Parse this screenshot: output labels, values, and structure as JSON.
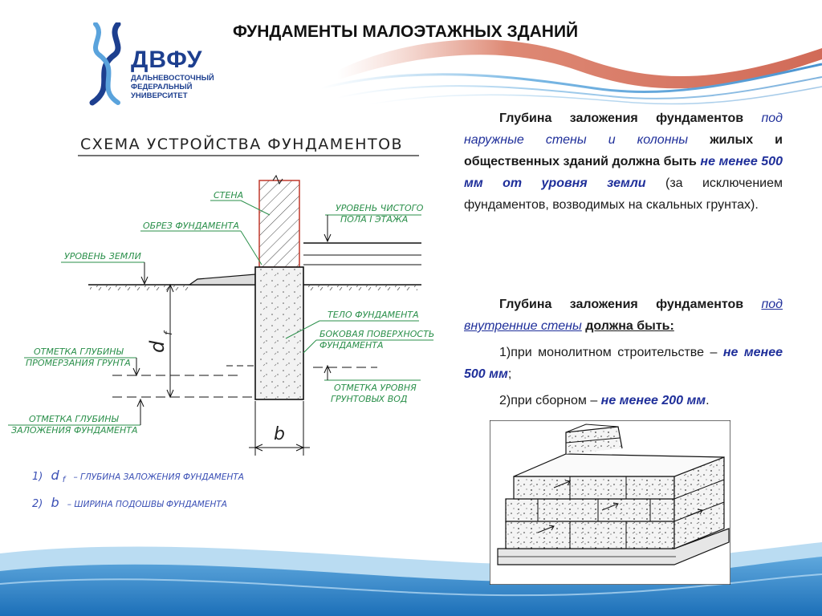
{
  "slide": {
    "title": "ФУНДАМЕНТЫ МАЛОЭТАЖНЫХ ЗДАНИЙ"
  },
  "logo": {
    "name": "ДВФУ",
    "sub_1": "ДАЛЬНЕВОСТОЧНЫЙ",
    "sub_2": "ФЕДЕРАЛЬНЫЙ",
    "sub_3": "УНИВЕРСИТЕТ"
  },
  "schema": {
    "heading": "СХЕМА УСТРОЙСТВА ФУНДАМЕНТОВ",
    "labels": {
      "wall": "СТЕНА",
      "edge": "ОБРЕЗ ФУНДАМЕНТА",
      "floor_1": "УРОВЕНЬ ЧИСТОГО",
      "floor_2": "ПОЛА I ЭТАЖА",
      "ground": "УРОВЕНЬ ЗЕМЛИ",
      "body": "ТЕЛО ФУНДАМЕНТА",
      "side_1": "БОКОВАЯ ПОВЕРХНОСТЬ",
      "side_2": "ФУНДАМЕНТА",
      "freeze_1": "ОТМЕТКА ГЛУБИНЫ",
      "freeze_2": "ПРОМЕРЗАНИЯ ГРУНТА",
      "water_1": "ОТМЕТКА УРОВНЯ",
      "water_2": "ГРУНТОВЫХ ВОД",
      "depth_1": "ОТМЕТКА ГЛУБИНЫ",
      "depth_2": "ЗАЛОЖЕНИЯ ФУНДАМЕНТА",
      "df": "d",
      "df_sub": "f",
      "b": "b"
    },
    "legend": {
      "item1_num": "1)",
      "item1_sym": "d",
      "item1_sub": "f",
      "item1_text": "– ГЛУБИНА ЗАЛОЖЕНИЯ ФУНДАМЕНТА",
      "item2_num": "2)",
      "item2_sym": "b",
      "item2_text": "– ШИРИНА ПОДОШВЫ ФУНДАМЕНТА"
    }
  },
  "text": {
    "p1_a": "Глубина заложения фундаментов",
    "p1_b": "под наружные стены и колонны",
    "p1_c": "жилых и общественных зданий должна быть",
    "p1_d": "не менее 500 мм от уровня земли",
    "p1_e": "(за исключением фундаментов, возводимых на скальных грунтах).",
    "p2_a": "Глубина заложения фундаментов",
    "p2_b": "под внутренние стены",
    "p2_c": "должна быть:",
    "p3_a": "1)при монолитном строительстве –",
    "p3_b": "не менее 500 мм",
    "p3_c": ";",
    "p4_a": "2)при сборном –",
    "p4_b": "не менее 200 мм",
    "p4_c": "."
  },
  "colors": {
    "label_green": "#2a8f4a",
    "legend_blue": "#3a4fb5",
    "text_blue": "#1f2f9a",
    "logo_blue": "#1d3f8f",
    "wave_red": "#c9503a",
    "wave_blue": "#2a78c0",
    "wall_red": "#c0392b"
  }
}
